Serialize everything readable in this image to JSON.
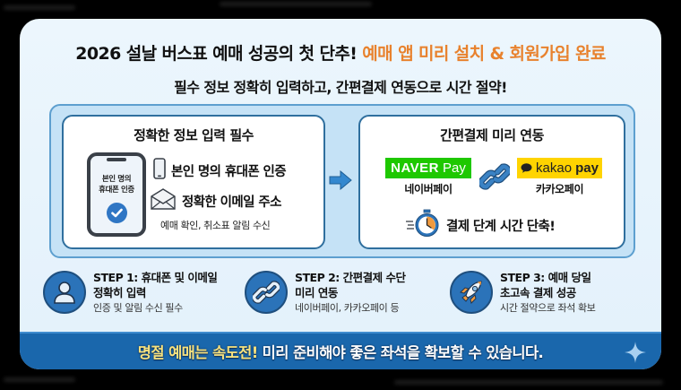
{
  "header": {
    "title_prefix": "2026 설날 버스표 예매 성공의 첫 단추! ",
    "title_highlight": "예매 앱 미리 설치 & 회원가입 완료",
    "subtitle": "필수 정보 정확히 입력하고, 간편결제 연동으로 시간 절약!"
  },
  "left_panel": {
    "title": "정확한 정보 입력 필수",
    "phone_screen_text_line1": "본인 명의",
    "phone_screen_text_line2": "휴대폰 인증",
    "items": [
      {
        "icon": "smartphone-icon",
        "label": "본인 명의 휴대폰 인증"
      },
      {
        "icon": "envelope-icon",
        "label": "정확한 이메일 주소"
      }
    ],
    "note": "예매 확인, 취소표 알림 수신"
  },
  "right_panel": {
    "title": "간편결제 미리 연동",
    "naver": {
      "brand": "NAVER",
      "suffix": "Pay",
      "label": "네이버페이",
      "color": "#1ec800"
    },
    "kakao": {
      "brand": "kakao",
      "suffix": "pay",
      "label": "카카오페이",
      "color": "#ffd400"
    },
    "timer_text": "결제 단계 시간 단축!"
  },
  "steps": [
    {
      "icon": "user-icon",
      "title_line1": "STEP 1: 휴대폰 및 이메일",
      "title_line2": "정확히 입력",
      "desc": "인증 및 알림 수신 필수"
    },
    {
      "icon": "link-icon",
      "title_line1": "STEP 2: 간편결제 수단",
      "title_line2": "미리 연동",
      "desc": "네이버페이, 카카오페이 등"
    },
    {
      "icon": "rocket-icon",
      "title_line1": "STEP 3: 예매 당일",
      "title_line2": "초고속 결제 성공",
      "desc": "시간 절약으로 좌석 확보"
    }
  ],
  "banner": {
    "highlight": "명절 예매는 속도전!",
    "text": "미리 준비해야 좋은 좌석을 확보할 수 있습니다."
  },
  "colors": {
    "accent_orange": "#e8822e",
    "primary_blue": "#1a67ac",
    "banner_yellow": "#f7e27f"
  }
}
